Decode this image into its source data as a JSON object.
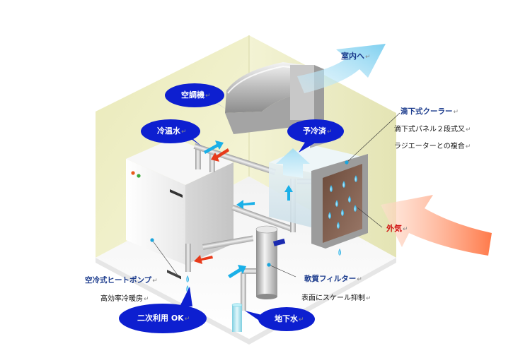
{
  "labels": {
    "indoor": "室内へ",
    "ahu": "空調機",
    "chilled_water": "冷温水",
    "precooled": "予冷済",
    "drip_cooler": "滴下式クーラー",
    "drip_desc_1": "滴下式パネル２段式又",
    "drip_desc_2": "ラジエーターとの複合",
    "outside_air": "外気",
    "heat_pump": "空冷式ヒートポンプ",
    "efficiency": "高効率冷暖房",
    "secondary_use": "二次利用 OK",
    "filter": "軟質フィルター",
    "scale": "表面にスケール抑制",
    "groundwater": "地下水"
  },
  "return_mark": "↵",
  "colors": {
    "bubble": "#0d1fd0",
    "room_wall": "#f0f0cc",
    "cold_arrow": "#1ab0e8",
    "hot_arrow": "#e83a1a",
    "label_blue": "#1a3a8c",
    "label_red": "#d01010"
  }
}
